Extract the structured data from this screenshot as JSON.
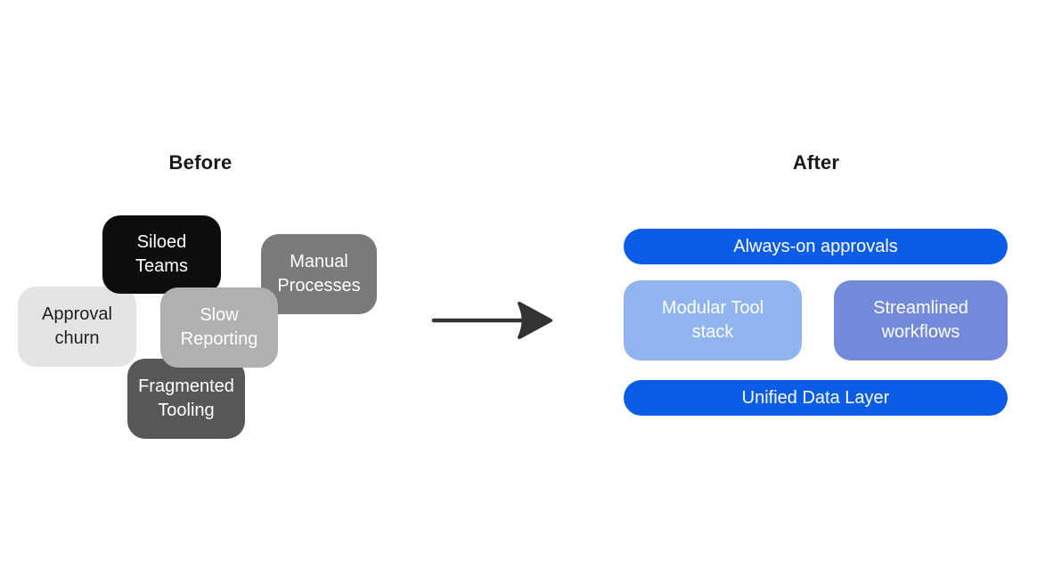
{
  "diagram": {
    "before": {
      "title": "Before",
      "items": [
        {
          "label": "Siloed Teams",
          "bg": "#0d0d0d",
          "text_color": "#ffffff"
        },
        {
          "label": "Manual Processes",
          "bg": "#7a7a7a",
          "text_color": "#ffffff"
        },
        {
          "label": "Approval churn",
          "bg": "#e4e4e4",
          "text_color": "#1f1f1f"
        },
        {
          "label": "Slow Reporting",
          "bg": "#b0b0b0",
          "text_color": "#ffffff"
        },
        {
          "label": "Fragmented Tooling",
          "bg": "#575757",
          "text_color": "#ffffff"
        }
      ]
    },
    "arrow": {
      "name": "right-arrow",
      "color": "#333333"
    },
    "after": {
      "title": "After",
      "items": [
        {
          "label": "Always-on approvals",
          "bg": "#0b5ce6",
          "text_color": "#ffffff"
        },
        {
          "label": "Modular Tool stack",
          "bg": "#8fb4ee",
          "text_color": "#ffffff"
        },
        {
          "label": "Streamlined workflows",
          "bg": "#7389d9",
          "text_color": "#ffffff"
        },
        {
          "label": "Unified Data Layer",
          "bg": "#0b5ce6",
          "text_color": "#ffffff"
        }
      ]
    }
  }
}
